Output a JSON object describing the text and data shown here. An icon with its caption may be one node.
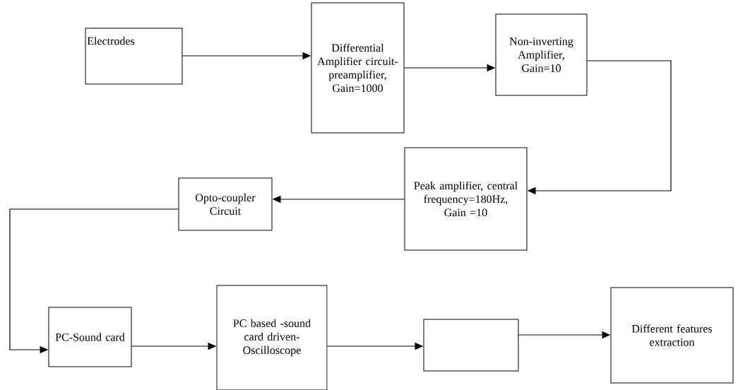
{
  "diagram": {
    "nodes": [
      {
        "text": [
          "Electrodes"
        ]
      },
      {
        "text": [
          "Differential Amplifier circuit- preamplifier, Gain=1000"
        ]
      },
      {
        "text": [
          "Non-inverting Amplifier, Gain=10"
        ]
      },
      {
        "text": [
          "Peak amplifier, central frequency=180Hz, Gain =10"
        ]
      },
      {
        "text": [
          "Opto-coupler Circuit"
        ]
      },
      {
        "text": [
          "PC-Sound card"
        ]
      },
      {
        "text": [
          "PC based -sound card driven- Oscilloscope"
        ]
      },
      {
        "text": [],
        "shape": "box"
      },
      {
        "text": [
          "Different features extraction"
        ]
      }
    ],
    "edges": [
      {
        "from": 0,
        "to": 1,
        "arrow": "to"
      },
      {
        "from": 1,
        "to": 2,
        "arrow": "to"
      },
      {
        "from": 2,
        "to": 3,
        "arrow": "to"
      },
      {
        "from": 3,
        "to": 4,
        "arrow": "to"
      },
      {
        "from": 4,
        "to": 5,
        "arrow": "to"
      },
      {
        "from": 5,
        "to": 6,
        "arrow": "to"
      },
      {
        "from": 6,
        "to": 7,
        "arrow": "to"
      },
      {
        "from": 7,
        "to": 8,
        "arrow": "to"
      }
    ]
  }
}
